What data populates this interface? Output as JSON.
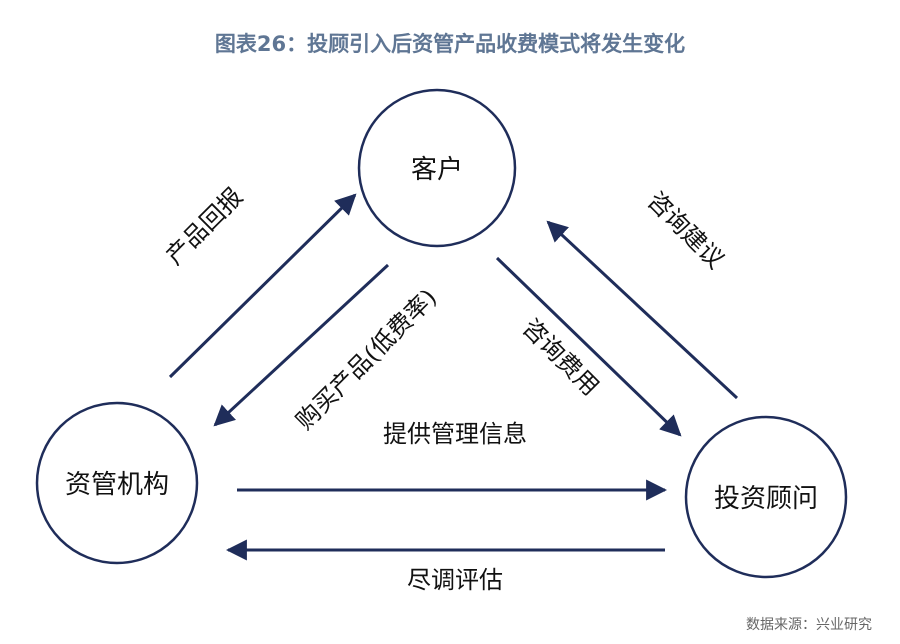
{
  "title": "图表26：投顾引入后资管产品收费模式将发生变化",
  "source": "数据来源：兴业研究",
  "colors": {
    "arrow": "#1f2d5a",
    "circle": "#1f2d5a",
    "title": "#5f7694"
  },
  "nodes": {
    "client": "客户",
    "asset_manager": "资管机构",
    "advisor": "投资顾问"
  },
  "edges": {
    "product_return": "产品回报",
    "buy_product": "购买产品(低费率)",
    "advisory_fee": "咨询费用",
    "advisory_advice": "咨询建议",
    "provide_info": "提供管理信息",
    "due_diligence": "尽调评估"
  }
}
